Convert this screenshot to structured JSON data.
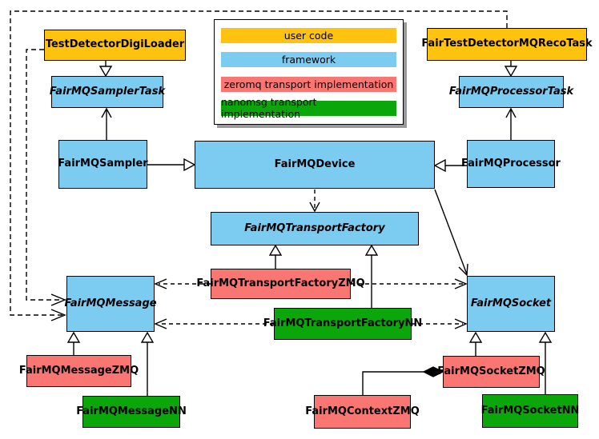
{
  "colors": {
    "user_code": "#FFC20E",
    "framework": "#7CCBF1",
    "zeromq": "#F97673",
    "nanomsg": "#0AA60A",
    "line": "#000000",
    "background": "#FFFFFF"
  },
  "legend": {
    "items": [
      {
        "label": "user code",
        "category": "user_code"
      },
      {
        "label": "framework",
        "category": "framework"
      },
      {
        "label": "zeromq transport implementation",
        "category": "zeromq"
      },
      {
        "label": "nanomsg transport implementation",
        "category": "nanomsg"
      }
    ]
  },
  "nodes": {
    "testDetectorDigiLoader": {
      "label": "TestDetectorDigiLoader",
      "category": "user_code",
      "abstract": false
    },
    "fairTestDetectorMQRecoTask": {
      "label": "FairTestDetectorMQRecoTask",
      "category": "user_code",
      "abstract": false
    },
    "fairMQSamplerTask": {
      "label": "FairMQSamplerTask",
      "category": "framework",
      "abstract": true
    },
    "fairMQProcessorTask": {
      "label": "FairMQProcessorTask",
      "category": "framework",
      "abstract": true
    },
    "fairMQSampler": {
      "label": "FairMQSampler",
      "category": "framework",
      "abstract": false
    },
    "fairMQDevice": {
      "label": "FairMQDevice",
      "category": "framework",
      "abstract": false
    },
    "fairMQProcessor": {
      "label": "FairMQProcessor",
      "category": "framework",
      "abstract": false
    },
    "fairMQTransportFactory": {
      "label": "FairMQTransportFactory",
      "category": "framework",
      "abstract": true
    },
    "fairMQTransportFactoryZMQ": {
      "label": "FairMQTransportFactoryZMQ",
      "category": "zeromq",
      "abstract": false
    },
    "fairMQTransportFactoryNN": {
      "label": "FairMQTransportFactoryNN",
      "category": "nanomsg",
      "abstract": false
    },
    "fairMQMessage": {
      "label": "FairMQMessage",
      "category": "framework",
      "abstract": true
    },
    "fairMQSocket": {
      "label": "FairMQSocket",
      "category": "framework",
      "abstract": true
    },
    "fairMQMessageZMQ": {
      "label": "FairMQMessageZMQ",
      "category": "zeromq",
      "abstract": false
    },
    "fairMQMessageNN": {
      "label": "FairMQMessageNN",
      "category": "nanomsg",
      "abstract": false
    },
    "fairMQContextZMQ": {
      "label": "FairMQContextZMQ",
      "category": "zeromq",
      "abstract": false
    },
    "fairMQSocketZMQ": {
      "label": "FairMQSocketZMQ",
      "category": "zeromq",
      "abstract": false
    },
    "fairMQSocketNN": {
      "label": "FairMQSocketNN",
      "category": "nanomsg",
      "abstract": false
    }
  },
  "edges": [
    {
      "from": "TestDetectorDigiLoader",
      "to": "FairMQSamplerTask",
      "type": "inheritance"
    },
    {
      "from": "FairMQSampler",
      "to": "FairMQSamplerTask",
      "type": "association-arrow"
    },
    {
      "from": "FairTestDetectorMQRecoTask",
      "to": "FairMQProcessorTask",
      "type": "inheritance"
    },
    {
      "from": "FairMQProcessor",
      "to": "FairMQProcessorTask",
      "type": "association-arrow"
    },
    {
      "from": "FairMQSampler",
      "to": "FairMQDevice",
      "type": "inheritance"
    },
    {
      "from": "FairMQProcessor",
      "to": "FairMQDevice",
      "type": "inheritance"
    },
    {
      "from": "FairMQDevice",
      "to": "FairMQTransportFactory",
      "type": "dashed-dependency"
    },
    {
      "from": "FairMQDevice",
      "to": "FairMQSocket",
      "type": "association-arrow"
    },
    {
      "from": "FairMQTransportFactoryZMQ",
      "to": "FairMQTransportFactory",
      "type": "inheritance"
    },
    {
      "from": "FairMQTransportFactoryNN",
      "to": "FairMQTransportFactory",
      "type": "inheritance"
    },
    {
      "from": "FairMQTransportFactoryZMQ",
      "to": "FairMQMessage",
      "type": "dashed-dependency"
    },
    {
      "from": "FairMQTransportFactoryZMQ",
      "to": "FairMQSocket",
      "type": "dashed-dependency"
    },
    {
      "from": "FairMQTransportFactoryNN",
      "to": "FairMQMessage",
      "type": "dashed-dependency"
    },
    {
      "from": "FairMQTransportFactoryNN",
      "to": "FairMQSocket",
      "type": "dashed-dependency"
    },
    {
      "from": "TestDetectorDigiLoader",
      "to": "FairMQMessage",
      "type": "dashed-dependency"
    },
    {
      "from": "FairTestDetectorMQRecoTask",
      "to": "FairMQMessage",
      "type": "dashed-dependency"
    },
    {
      "from": "FairMQMessageZMQ",
      "to": "FairMQMessage",
      "type": "inheritance"
    },
    {
      "from": "FairMQMessageNN",
      "to": "FairMQMessage",
      "type": "inheritance"
    },
    {
      "from": "FairMQSocketZMQ",
      "to": "FairMQSocket",
      "type": "inheritance"
    },
    {
      "from": "FairMQSocketNN",
      "to": "FairMQSocket",
      "type": "inheritance"
    },
    {
      "from": "FairMQContextZMQ",
      "to": "FairMQSocketZMQ",
      "type": "composition"
    }
  ]
}
